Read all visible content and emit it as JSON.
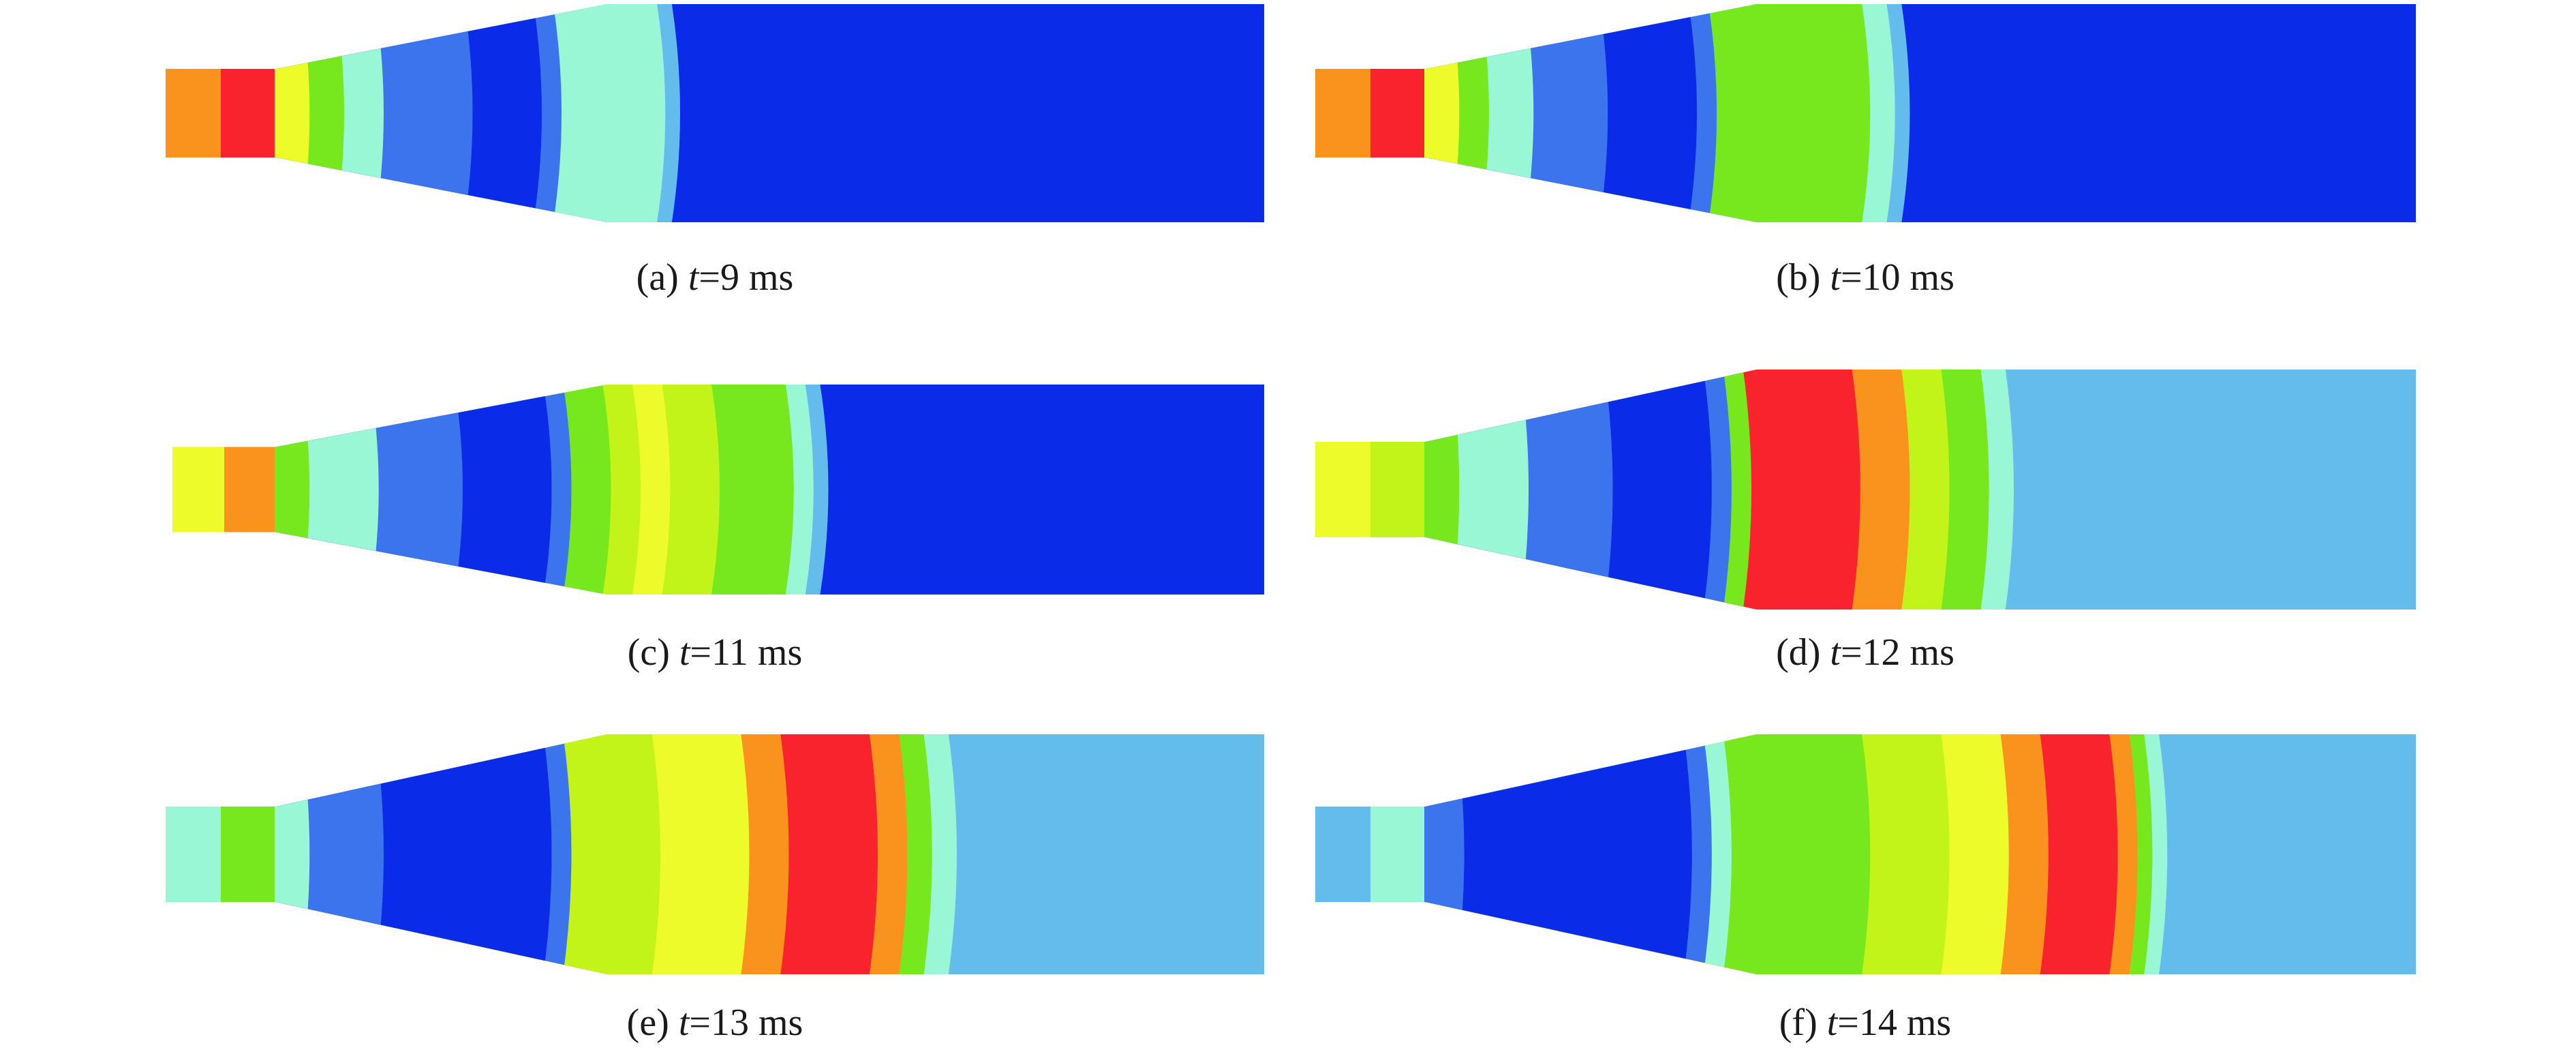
{
  "palette": {
    "navy": "#0a2be8",
    "blue": "#3c74ee",
    "sky": "#64bcec",
    "aqua": "#99f7d6",
    "green": "#78e81e",
    "lime": "#c2f41a",
    "yellow": "#eefb2a",
    "orange": "#f9931e",
    "red": "#f8232c"
  },
  "panels": [
    {
      "id": "a",
      "caption": {
        "prefix": "(a)",
        "symbol": "t",
        "value": "=9 ms"
      },
      "wave_front": 0.4,
      "fields": {
        "outlet": "navy",
        "inlet": [
          "orange",
          "red"
        ],
        "bands": [
          {
            "from": 0.0,
            "to": 0.025,
            "color": "yellow"
          },
          {
            "from": 0.025,
            "to": 0.06,
            "color": "green"
          },
          {
            "from": 0.06,
            "to": 0.1,
            "color": "aqua"
          },
          {
            "from": 0.1,
            "to": 0.19,
            "color": "blue"
          },
          {
            "from": 0.19,
            "to": 0.26,
            "color": "navy"
          },
          {
            "from": 0.26,
            "to": 0.28,
            "color": "blue"
          },
          {
            "from": 0.28,
            "to": 0.385,
            "color": "aqua"
          },
          {
            "from": 0.385,
            "to": 0.4,
            "color": "sky"
          }
        ]
      }
    },
    {
      "id": "b",
      "caption": {
        "prefix": "(b)",
        "symbol": "t",
        "value": "=10 ms"
      },
      "wave_front": 0.48,
      "fields": {
        "outlet": "navy",
        "inlet": [
          "orange",
          "red"
        ],
        "bands": [
          {
            "from": 0.0,
            "to": 0.025,
            "color": "yellow"
          },
          {
            "from": 0.025,
            "to": 0.055,
            "color": "green"
          },
          {
            "from": 0.055,
            "to": 0.1,
            "color": "aqua"
          },
          {
            "from": 0.1,
            "to": 0.175,
            "color": "blue"
          },
          {
            "from": 0.175,
            "to": 0.265,
            "color": "navy"
          },
          {
            "from": 0.265,
            "to": 0.285,
            "color": "blue"
          },
          {
            "from": 0.285,
            "to": 0.44,
            "color": "green"
          },
          {
            "from": 0.44,
            "to": 0.465,
            "color": "aqua"
          },
          {
            "from": 0.465,
            "to": 0.48,
            "color": "sky"
          }
        ]
      }
    },
    {
      "id": "c",
      "caption": {
        "prefix": "(c)",
        "symbol": "t",
        "value": "=11 ms"
      },
      "wave_front": 0.55,
      "fields": {
        "outlet": "navy",
        "inlet": [
          "yellow",
          "orange"
        ],
        "bands": [
          {
            "from": 0.0,
            "to": 0.025,
            "color": "green"
          },
          {
            "from": 0.025,
            "to": 0.095,
            "color": "aqua"
          },
          {
            "from": 0.095,
            "to": 0.18,
            "color": "blue"
          },
          {
            "from": 0.18,
            "to": 0.27,
            "color": "navy"
          },
          {
            "from": 0.27,
            "to": 0.29,
            "color": "blue"
          },
          {
            "from": 0.29,
            "to": 0.33,
            "color": "green"
          },
          {
            "from": 0.33,
            "to": 0.36,
            "color": "lime"
          },
          {
            "from": 0.36,
            "to": 0.39,
            "color": "yellow"
          },
          {
            "from": 0.39,
            "to": 0.44,
            "color": "lime"
          },
          {
            "from": 0.44,
            "to": 0.515,
            "color": "green"
          },
          {
            "from": 0.515,
            "to": 0.535,
            "color": "aqua"
          },
          {
            "from": 0.535,
            "to": 0.55,
            "color": "sky"
          }
        ]
      }
    },
    {
      "id": "d",
      "caption": {
        "prefix": "(d)",
        "symbol": "t",
        "value": "=12 ms"
      },
      "wave_front": 0.61,
      "fields": {
        "outlet": "sky",
        "inlet": [
          "yellow",
          "lime"
        ],
        "bands": [
          {
            "from": 0.0,
            "to": 0.025,
            "color": "green"
          },
          {
            "from": 0.025,
            "to": 0.095,
            "color": "aqua"
          },
          {
            "from": 0.095,
            "to": 0.18,
            "color": "blue"
          },
          {
            "from": 0.18,
            "to": 0.28,
            "color": "navy"
          },
          {
            "from": 0.28,
            "to": 0.3,
            "color": "blue"
          },
          {
            "from": 0.3,
            "to": 0.32,
            "color": "green"
          },
          {
            "from": 0.32,
            "to": 0.43,
            "color": "red"
          },
          {
            "from": 0.43,
            "to": 0.48,
            "color": "orange"
          },
          {
            "from": 0.48,
            "to": 0.52,
            "color": "lime"
          },
          {
            "from": 0.52,
            "to": 0.56,
            "color": "green"
          },
          {
            "from": 0.56,
            "to": 0.585,
            "color": "aqua"
          },
          {
            "from": 0.585,
            "to": 0.61,
            "color": "sky"
          }
        ]
      }
    },
    {
      "id": "e",
      "caption": {
        "prefix": "(e)",
        "symbol": "t",
        "value": "=13 ms"
      },
      "wave_front": 0.68,
      "fields": {
        "outlet": "sky",
        "inlet": [
          "aqua",
          "green"
        ],
        "bands": [
          {
            "from": 0.0,
            "to": 0.025,
            "color": "aqua"
          },
          {
            "from": 0.025,
            "to": 0.1,
            "color": "blue"
          },
          {
            "from": 0.1,
            "to": 0.27,
            "color": "navy"
          },
          {
            "from": 0.27,
            "to": 0.29,
            "color": "blue"
          },
          {
            "from": 0.29,
            "to": 0.38,
            "color": "lime"
          },
          {
            "from": 0.38,
            "to": 0.47,
            "color": "yellow"
          },
          {
            "from": 0.47,
            "to": 0.51,
            "color": "orange"
          },
          {
            "from": 0.51,
            "to": 0.6,
            "color": "red"
          },
          {
            "from": 0.6,
            "to": 0.63,
            "color": "orange"
          },
          {
            "from": 0.63,
            "to": 0.655,
            "color": "green"
          },
          {
            "from": 0.655,
            "to": 0.68,
            "color": "aqua"
          }
        ]
      }
    },
    {
      "id": "f",
      "caption": {
        "prefix": "(f)",
        "symbol": "t",
        "value": "=14 ms"
      },
      "wave_front": 0.74,
      "fields": {
        "outlet": "sky",
        "inlet": [
          "sky",
          "aqua"
        ],
        "bands": [
          {
            "from": 0.0,
            "to": 0.03,
            "color": "blue"
          },
          {
            "from": 0.03,
            "to": 0.26,
            "color": "navy"
          },
          {
            "from": 0.26,
            "to": 0.28,
            "color": "blue"
          },
          {
            "from": 0.28,
            "to": 0.3,
            "color": "aqua"
          },
          {
            "from": 0.3,
            "to": 0.44,
            "color": "green"
          },
          {
            "from": 0.44,
            "to": 0.52,
            "color": "lime"
          },
          {
            "from": 0.52,
            "to": 0.58,
            "color": "yellow"
          },
          {
            "from": 0.58,
            "to": 0.62,
            "color": "orange"
          },
          {
            "from": 0.62,
            "to": 0.69,
            "color": "red"
          },
          {
            "from": 0.69,
            "to": 0.71,
            "color": "orange"
          },
          {
            "from": 0.71,
            "to": 0.725,
            "color": "green"
          },
          {
            "from": 0.725,
            "to": 0.74,
            "color": "aqua"
          }
        ]
      }
    }
  ]
}
